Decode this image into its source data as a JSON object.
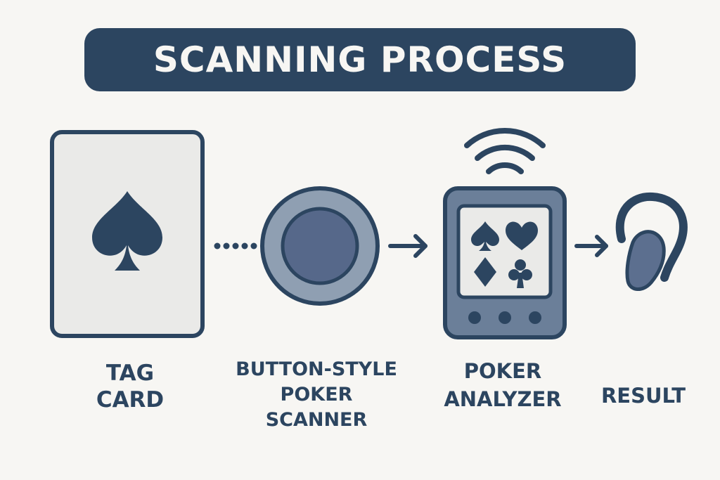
{
  "title": "SCANNING PROCESS",
  "steps": [
    {
      "line1": "TAG",
      "line2": "CARD",
      "line3": ""
    },
    {
      "line1": "BUTTON-STYLE",
      "line2": "POKER",
      "line3": "SCANNER"
    },
    {
      "line1": "POKER",
      "line2": "ANALYZER",
      "line3": ""
    },
    {
      "line1": "RESULT",
      "line2": "",
      "line3": ""
    }
  ],
  "icons": {
    "card": "spade-card-icon",
    "scanner": "circular-button-scanner-icon",
    "analyzer": "card-suits-device-icon",
    "signal": "wireless-signal-icon",
    "result": "earpiece-icon"
  },
  "colors": {
    "navy": "#2c4560",
    "background": "#f7f6f3",
    "panel": "#e9e8e6",
    "steel": "#6b7f99",
    "light_steel": "#8f9fb2"
  }
}
